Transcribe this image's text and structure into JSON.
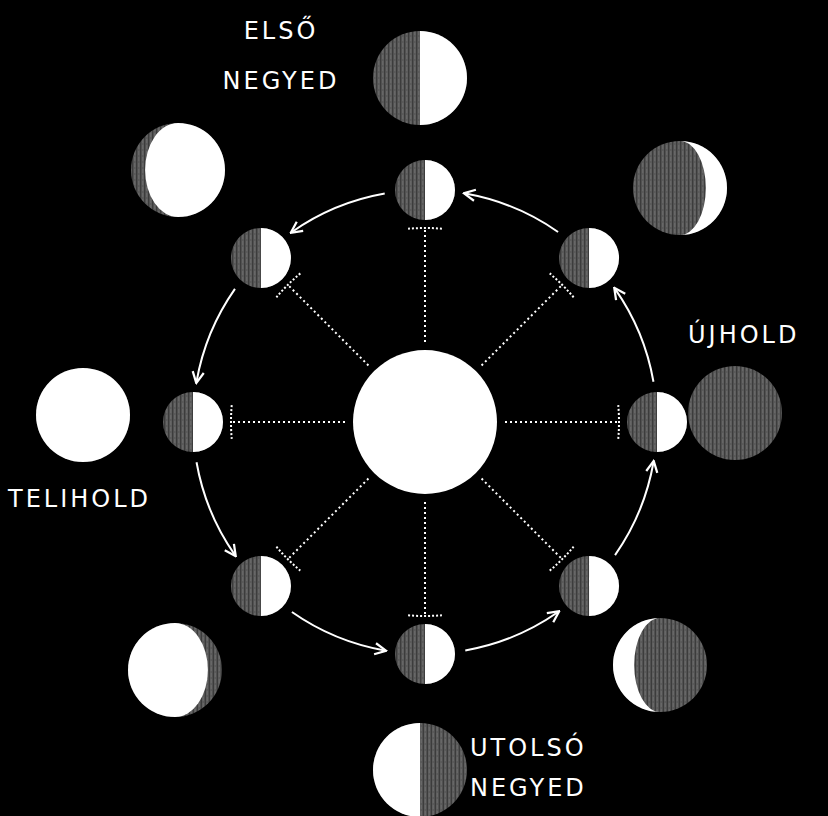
{
  "diagram": {
    "labels": [
      "ELSŐ NEGYED",
      "ÚJHOLD",
      "TELIHOLD",
      "UTOLSÓ NEGYED"
    ]
  }
}
